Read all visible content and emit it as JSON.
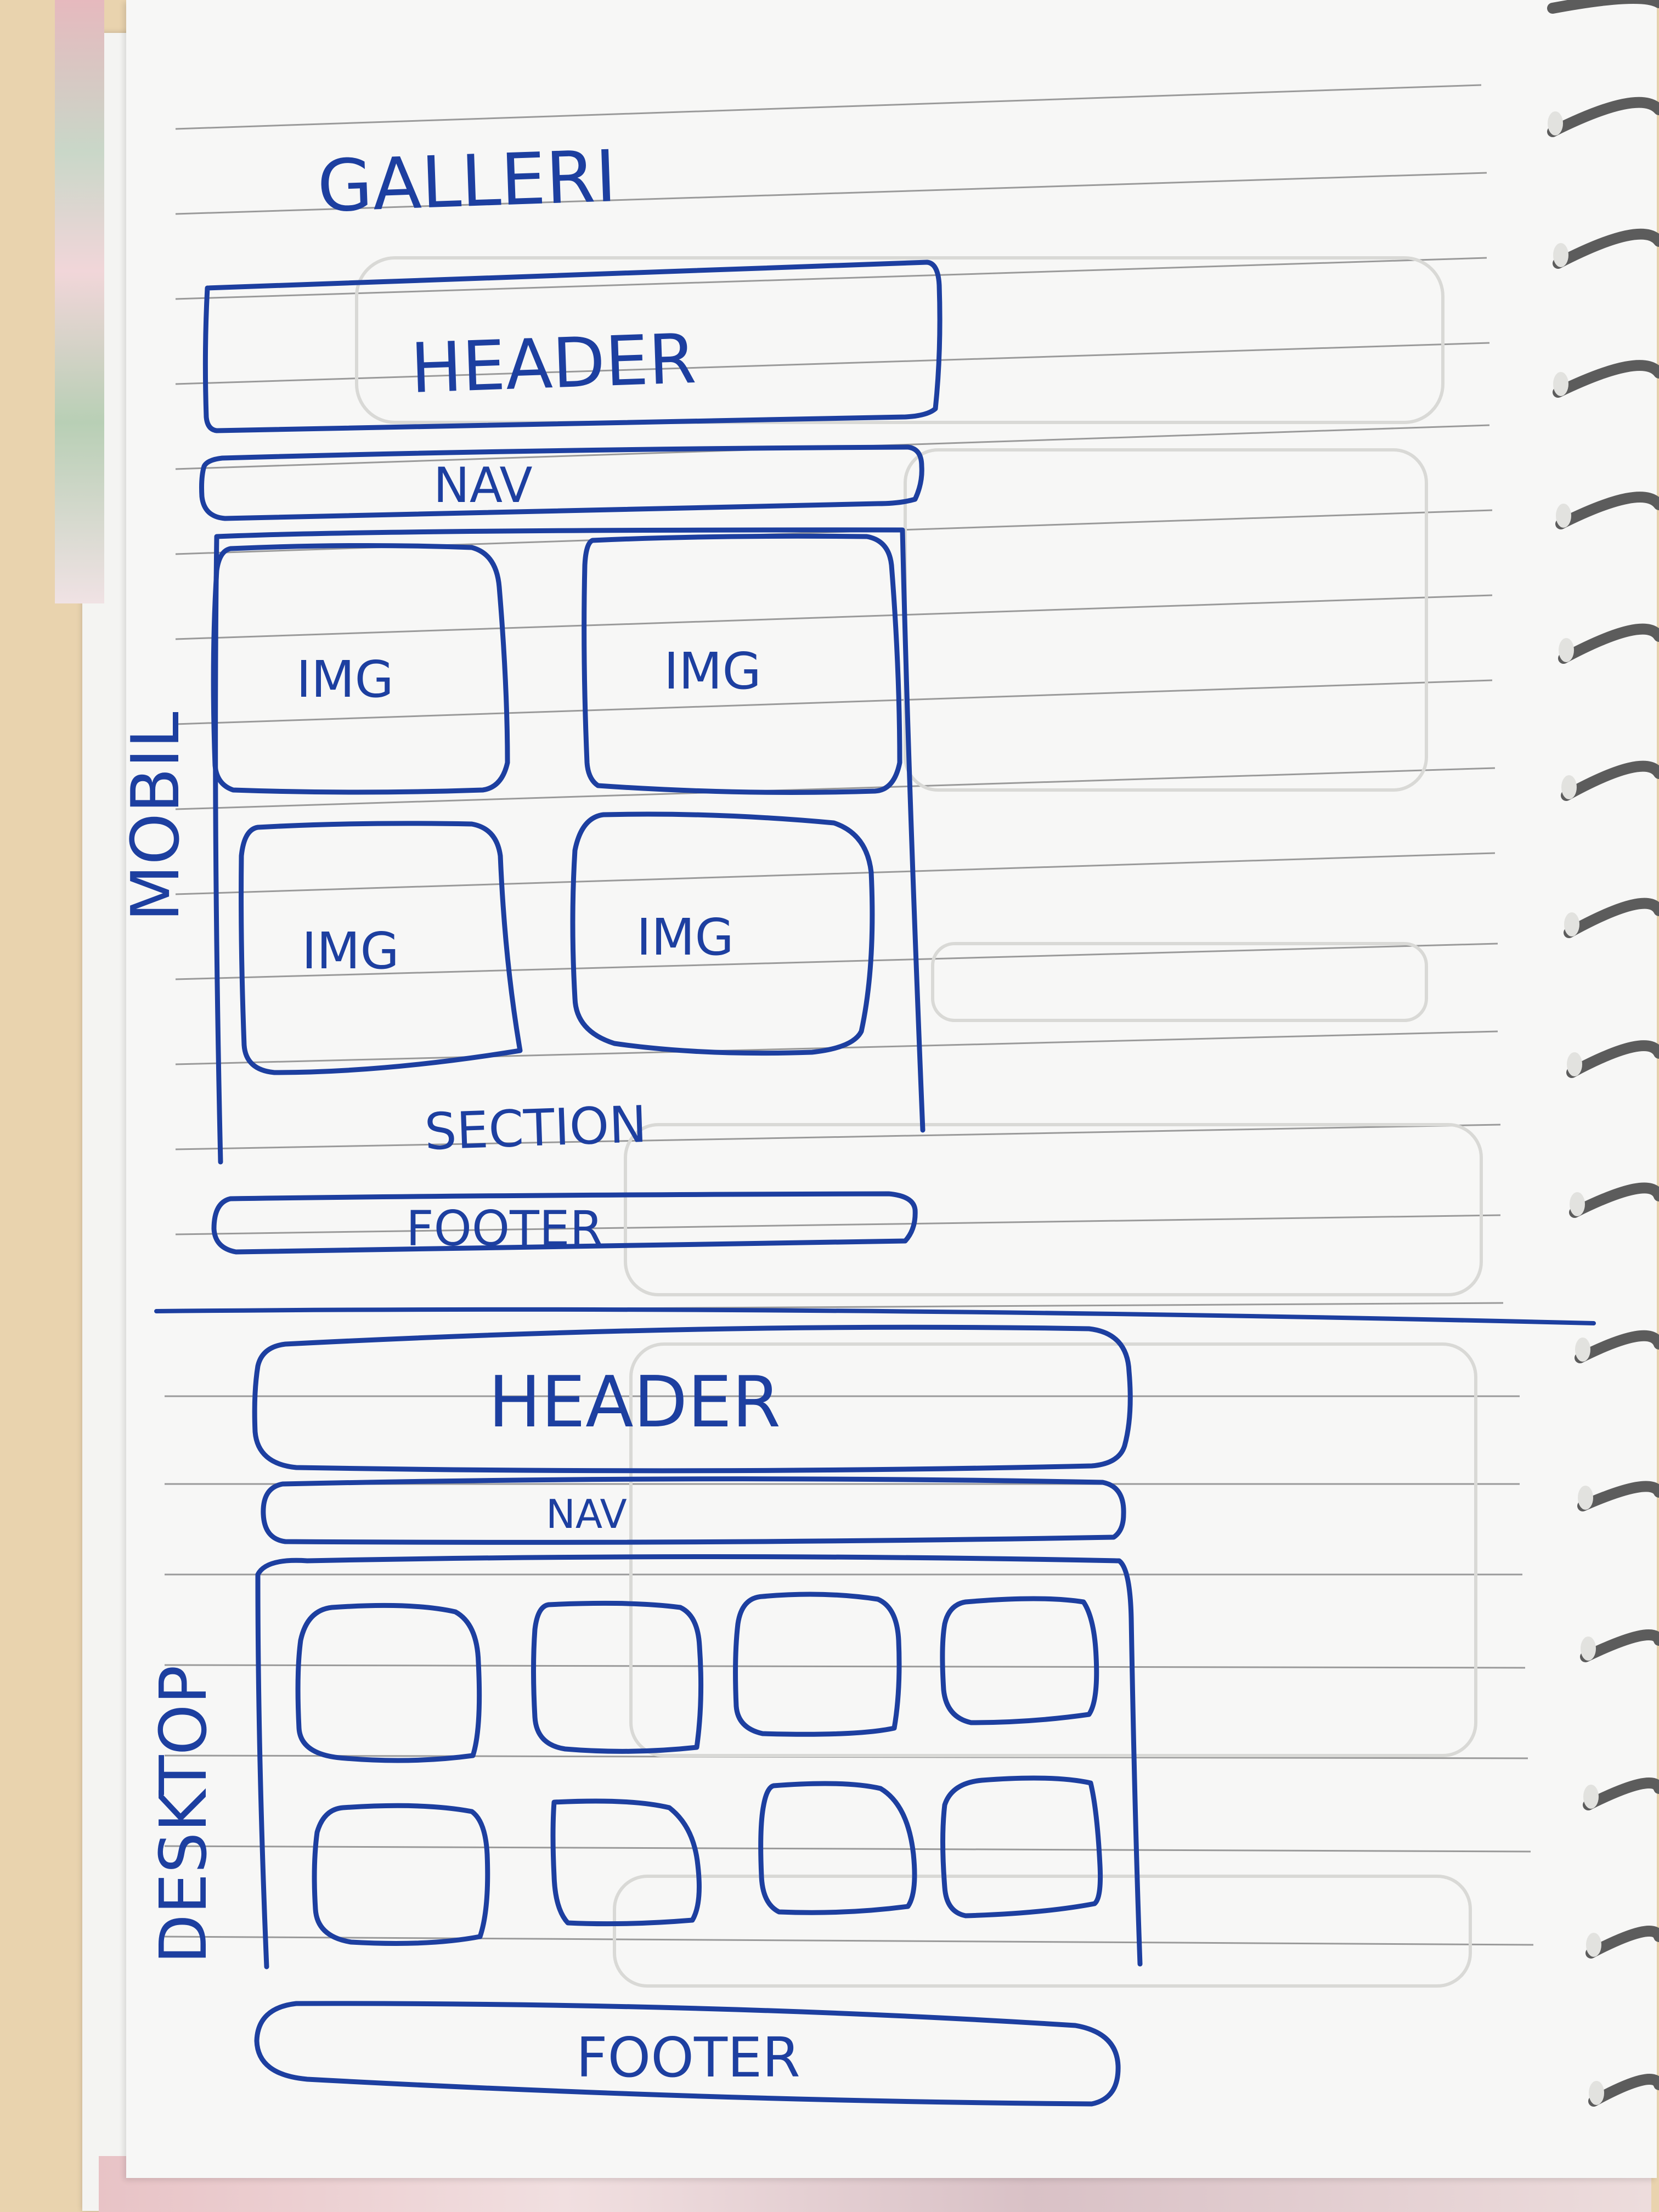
{
  "page_title": "GALLERI",
  "mobile": {
    "side_label": "MOBIL",
    "header": "HEADER",
    "nav": "NAV",
    "images": [
      "IMG",
      "IMG",
      "IMG",
      "IMG"
    ],
    "section": "SECTION",
    "footer": "FOOTER"
  },
  "desktop": {
    "side_label": "DESKTOP",
    "header": "HEADER",
    "nav": "NAV",
    "footer": "FOOTER"
  },
  "colors": {
    "ink": "#1d3fa0",
    "rule_line": "#9a9a9a",
    "paper": "#f7f7f6",
    "desk": "#e9d3ae"
  }
}
